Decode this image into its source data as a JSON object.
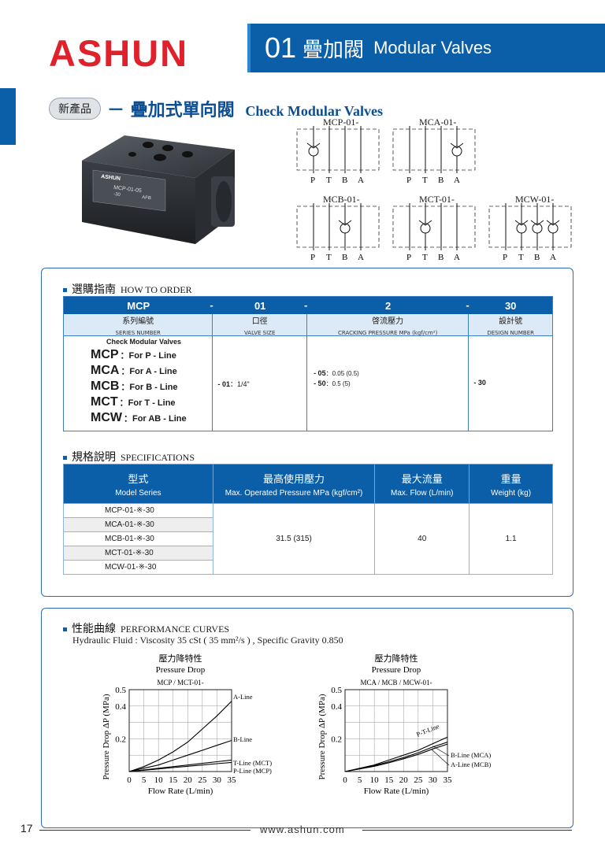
{
  "brand": "ASHUN",
  "header": {
    "num": "01",
    "title_zh": "疊加閥",
    "title_en": "Modular Valves"
  },
  "title": {
    "badge": "新產品",
    "zh": "－ 疊加式單向閥",
    "en": "Check Modular Valves"
  },
  "product_label": {
    "brand": "ASHUN",
    "model": "MCP-01-05",
    "sub": "-30",
    "code": "AFB"
  },
  "symbols": [
    {
      "name": "MCP-01-",
      "ports": [
        "P",
        "T",
        "B",
        "A"
      ]
    },
    {
      "name": "MCA-01-",
      "ports": [
        "P",
        "T",
        "B",
        "A"
      ]
    },
    {
      "name": "MCB-01-",
      "ports": [
        "P",
        "T",
        "B",
        "A"
      ]
    },
    {
      "name": "MCT-01-",
      "ports": [
        "P",
        "T",
        "B",
        "A"
      ]
    },
    {
      "name": "MCW-01-",
      "ports": [
        "P",
        "T",
        "B",
        "A"
      ]
    }
  ],
  "order": {
    "title_zh": "選購指南",
    "title_en": "HOW TO ORDER",
    "head": [
      "MCP",
      "-",
      "01",
      "-",
      "2",
      "-",
      "30"
    ],
    "sub": [
      {
        "zh": "系列編號",
        "en": "SERIES NUMBER"
      },
      {
        "zh": "口徑",
        "en": "VALVE SIZE"
      },
      {
        "zh": "啓流壓力",
        "en": "CRACKING PRESSURE MPa (kgf/cm²)"
      },
      {
        "zh": "設計號",
        "en": "DESIGN NUMBER"
      }
    ],
    "series_caption": "Check Modular Valves",
    "series": [
      {
        "code": "MCP",
        "desc": "：For P - Line"
      },
      {
        "code": "MCA",
        "desc": "：For A - Line"
      },
      {
        "code": "MCB",
        "desc": "：For B - Line"
      },
      {
        "code": "MCT",
        "desc": "：For T - Line"
      },
      {
        "code": "MCW",
        "desc": "：For AB - Line"
      }
    ],
    "size": {
      "code": "- 01",
      "desc": "：1/4\""
    },
    "pressures": [
      {
        "code": "- 05",
        "desc": "：0.05 (0.5)"
      },
      {
        "code": "- 50",
        "desc": "：0.5 (5)"
      }
    ],
    "design": "- 30"
  },
  "spec": {
    "title_zh": "規格說明",
    "title_en": "SPECIFICATIONS",
    "headers": [
      {
        "zh": "型式",
        "en": "Model Series"
      },
      {
        "zh": "最高使用壓力",
        "en": "Max. Operated Pressure MPa (kgf/cm²)"
      },
      {
        "zh": "最大流量",
        "en": "Max. Flow (L/min)"
      },
      {
        "zh": "重量",
        "en": "Weight (kg)"
      }
    ],
    "models": [
      "MCP-01-※-30",
      "MCA-01-※-30",
      "MCB-01-※-30",
      "MCT-01-※-30",
      "MCW-01-※-30"
    ],
    "pressure": "31.5 (315)",
    "flow": "40",
    "weight": "1.1"
  },
  "performance": {
    "title_zh": "性能曲線",
    "title_en": "PERFORMANCE CURVES",
    "fluid": "Hydraulic Fluid : Viscosity 35 cSt ( 35 mm²/s ) , Specific Gravity 0.850"
  },
  "chart_data": [
    {
      "type": "line",
      "title": "壓力降特性",
      "subtitle": "Pressure Drop",
      "caption": "MCP / MCT-01-",
      "xlabel": "Flow Rate (L/min)",
      "ylabel": "Pressure Drop ΔP (MPa)",
      "xlim": [
        0,
        35
      ],
      "ylim": [
        0,
        0.5
      ],
      "xticks": [
        "0",
        "5",
        "10",
        "15",
        "20",
        "25",
        "30",
        "35"
      ],
      "yticks": [
        "0.2",
        "0.4",
        "0.5"
      ],
      "grid": true,
      "series": [
        {
          "name": "A-Line",
          "x": [
            0,
            5,
            10,
            15,
            20,
            25,
            30,
            35
          ],
          "y": [
            0,
            0.03,
            0.07,
            0.12,
            0.18,
            0.26,
            0.34,
            0.43
          ]
        },
        {
          "name": "B-Line",
          "x": [
            0,
            5,
            10,
            15,
            20,
            25,
            30,
            35
          ],
          "y": [
            0,
            0.02,
            0.04,
            0.07,
            0.1,
            0.13,
            0.16,
            0.19
          ]
        },
        {
          "name": "T-Line (MCT)",
          "x": [
            0,
            5,
            10,
            15,
            20,
            25,
            30,
            35
          ],
          "y": [
            0,
            0.01,
            0.02,
            0.03,
            0.04,
            0.05,
            0.06,
            0.07
          ]
        },
        {
          "name": "P-Line (MCP)",
          "x": [
            0,
            5,
            10,
            15,
            20,
            25,
            30,
            35
          ],
          "y": [
            0,
            0.008,
            0.016,
            0.024,
            0.032,
            0.04,
            0.048,
            0.056
          ]
        }
      ]
    },
    {
      "type": "line",
      "title": "壓力降特性",
      "subtitle": "Pressure Drop",
      "caption": "MCA / MCB / MCW-01-",
      "xlabel": "Flow Rate (L/min)",
      "ylabel": "Pressure Drop ΔP (MPa)",
      "xlim": [
        0,
        35
      ],
      "ylim": [
        0,
        0.5
      ],
      "xticks": [
        "0",
        "5",
        "10",
        "15",
        "20",
        "25",
        "30",
        "35"
      ],
      "yticks": [
        "0.2",
        "0.4",
        "0.5"
      ],
      "grid": true,
      "series": [
        {
          "name": "P-T-Line",
          "x": [
            0,
            5,
            10,
            15,
            20,
            25,
            30,
            35
          ],
          "y": [
            0,
            0.02,
            0.04,
            0.07,
            0.1,
            0.13,
            0.17,
            0.21
          ]
        },
        {
          "name": "B-Line (MCA)",
          "x": [
            0,
            5,
            10,
            15,
            20,
            25,
            30,
            35
          ],
          "y": [
            0,
            0.018,
            0.036,
            0.06,
            0.085,
            0.115,
            0.15,
            0.18
          ]
        },
        {
          "name": "A-Line (MCB)",
          "x": [
            0,
            5,
            10,
            15,
            20,
            25,
            30,
            35
          ],
          "y": [
            0,
            0.016,
            0.032,
            0.054,
            0.078,
            0.105,
            0.138,
            0.168
          ]
        }
      ]
    }
  ],
  "footer": {
    "page": "17",
    "url": "www.ashun.com"
  }
}
